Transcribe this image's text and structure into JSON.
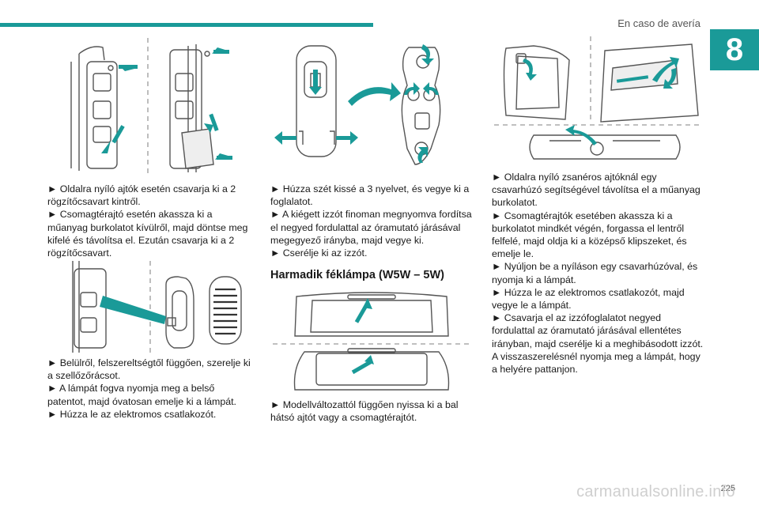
{
  "header": {
    "title": "En caso de avería"
  },
  "chapter": {
    "number": "8"
  },
  "col1": {
    "p1": [
      "► Oldalra nyíló ajtók esetén csavarja ki a 2 rögzítőcsavart kintről.",
      "► Csomagtérajtó esetén akassza ki a műanyag burkolatot kívülről, majd döntse meg kifelé és távolítsa el. Ezután csavarja ki a 2 rögzítőcsavart."
    ],
    "p2": [
      "► Belülről, felszereltségtől függően, szerelje ki a szellőzőrácsot.",
      "► A lámpát fogva nyomja meg a belső patentot, majd óvatosan emelje ki a lámpát.",
      "► Húzza le az elektromos csatlakozót."
    ]
  },
  "col2": {
    "p1": [
      "► Húzza szét kissé a 3 nyelvet, és vegye ki a foglalatot.",
      "► A kiégett izzót finoman megnyomva fordítsa el negyed fordulattal az óramutató járásával megegyező irányba, majd vegye ki.",
      "► Cserélje ki az izzót."
    ],
    "section_title": "Harmadik féklámpa (W5W – 5W)",
    "p2": [
      "► Modellváltozattól függően nyissa ki a bal hátsó ajtót vagy a csomagtérajtót."
    ]
  },
  "col3": {
    "p1": [
      "► Oldalra nyíló zsanéros ajtóknál egy csavarhúzó segítségével távolítsa el a műanyag burkolatot.",
      "► Csomagtérajtók esetében akassza ki a burkolatot mindkét végén, forgassa el lentről felfelé, majd oldja ki a középső klipszeket, és emelje le.",
      "► Nyúljon be a nyíláson egy csavarhúzóval, és nyomja ki a lámpát.",
      "► Húzza le az elektromos csatlakozót, majd vegye le a lámpát.",
      "► Csavarja el az izzófoglalatot negyed fordulattal az óramutató járásával ellentétes irányban, majd cserélje ki a meghibásodott izzót.",
      "A visszaszerelésnél nyomja meg a lámpát, hogy a helyére pattanjon."
    ]
  },
  "footer": {
    "page": "225",
    "watermark": "carmanualsonline.info"
  },
  "colors": {
    "accent": "#1a9a98",
    "line": "#555555",
    "dashed": "#9a9a9a"
  }
}
